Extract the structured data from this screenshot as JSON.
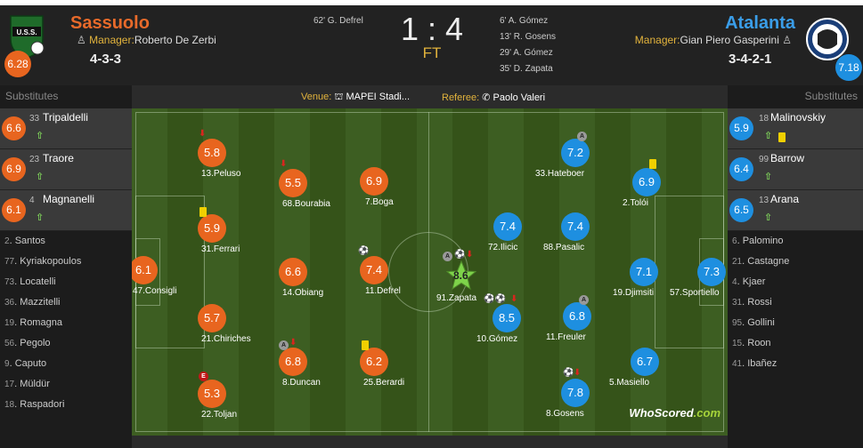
{
  "home": {
    "name": "Sassuolo",
    "manager_label": "Manager:",
    "manager": "Roberto De Zerbi",
    "formation": "4-3-3",
    "rating": "6.28",
    "crest_text": "U.S.S.",
    "goals": [
      "62' G. Defrel"
    ]
  },
  "away": {
    "name": "Atalanta",
    "manager_label": "Manager:",
    "manager": "Gian Piero Gasperini",
    "formation": "3-4-2-1",
    "rating": "7.18",
    "goals": [
      "6' A. Gómez",
      "13' R. Gosens",
      "29' A. Gómez",
      "35' D. Zapata"
    ]
  },
  "score": "1 : 4",
  "status": "FT",
  "venue_label": "Venue:",
  "venue": "MAPEI Stadi...",
  "referee_label": "Referee:",
  "referee": "Paolo Valeri",
  "substitutes_label": "Substitutes",
  "home_subs": [
    {
      "num": "33",
      "name": "Tripaldelli",
      "rating": "6.6"
    },
    {
      "num": "23",
      "name": "Traore",
      "rating": "6.9"
    },
    {
      "num": "4",
      "name": "Magnanelli",
      "rating": "6.1"
    }
  ],
  "home_unused": [
    {
      "num": "2",
      "name": "Santos"
    },
    {
      "num": "77",
      "name": "Kyriakopoulos"
    },
    {
      "num": "73",
      "name": "Locatelli"
    },
    {
      "num": "36",
      "name": "Mazzitelli"
    },
    {
      "num": "19",
      "name": "Romagna"
    },
    {
      "num": "56",
      "name": "Pegolo"
    },
    {
      "num": "9",
      "name": "Caputo"
    },
    {
      "num": "17",
      "name": "Müldür"
    },
    {
      "num": "18",
      "name": "Raspadori"
    }
  ],
  "away_subs": [
    {
      "num": "18",
      "name": "Malinovskiy",
      "rating": "5.9"
    },
    {
      "num": "99",
      "name": "Barrow",
      "rating": "6.4"
    },
    {
      "num": "13",
      "name": "Arana",
      "rating": "6.5"
    }
  ],
  "away_unused": [
    {
      "num": "6",
      "name": "Palomino"
    },
    {
      "num": "21",
      "name": "Castagne"
    },
    {
      "num": "4",
      "name": "Kjaer"
    },
    {
      "num": "31",
      "name": "Rossi"
    },
    {
      "num": "95",
      "name": "Gollini"
    },
    {
      "num": "15",
      "name": "Roon"
    },
    {
      "num": "41",
      "name": "Ibañez"
    }
  ],
  "home_players": [
    {
      "num": "47",
      "name": "Consigli",
      "rating": "6.1"
    },
    {
      "num": "13",
      "name": "Peluso",
      "rating": "5.8"
    },
    {
      "num": "31",
      "name": "Ferrari",
      "rating": "5.9"
    },
    {
      "num": "21",
      "name": "Chiriches",
      "rating": "5.7"
    },
    {
      "num": "22",
      "name": "Toljan",
      "rating": "5.3"
    },
    {
      "num": "68",
      "name": "Bourabia",
      "rating": "5.5"
    },
    {
      "num": "14",
      "name": "Obiang",
      "rating": "6.6"
    },
    {
      "num": "8",
      "name": "Duncan",
      "rating": "6.8"
    },
    {
      "num": "7",
      "name": "Boga",
      "rating": "6.9"
    },
    {
      "num": "11",
      "name": "Defrel",
      "rating": "7.4"
    },
    {
      "num": "25",
      "name": "Berardi",
      "rating": "6.2"
    }
  ],
  "away_players": [
    {
      "num": "57",
      "name": "Sportiello",
      "rating": "7.3"
    },
    {
      "num": "2",
      "name": "Tolói",
      "rating": "6.9"
    },
    {
      "num": "19",
      "name": "Djimsiti",
      "rating": "7.1"
    },
    {
      "num": "5",
      "name": "Masiello",
      "rating": "6.7"
    },
    {
      "num": "33",
      "name": "Hateboer",
      "rating": "7.2"
    },
    {
      "num": "88",
      "name": "Pasalic",
      "rating": "7.4"
    },
    {
      "num": "11",
      "name": "Freuler",
      "rating": "6.8"
    },
    {
      "num": "8",
      "name": "Gosens",
      "rating": "7.8"
    },
    {
      "num": "72",
      "name": "Ilicic",
      "rating": "7.4"
    },
    {
      "num": "10",
      "name": "Gómez",
      "rating": "8.5"
    },
    {
      "num": "91",
      "name": "Zapata",
      "rating": "8.6"
    }
  ],
  "watermark": {
    "a": "WhoScored",
    "b": ".com"
  },
  "colors": {
    "home": "#e8651f",
    "away": "#1e8fe0",
    "gold": "#e2b33c",
    "pitch": "#3d5e22"
  }
}
